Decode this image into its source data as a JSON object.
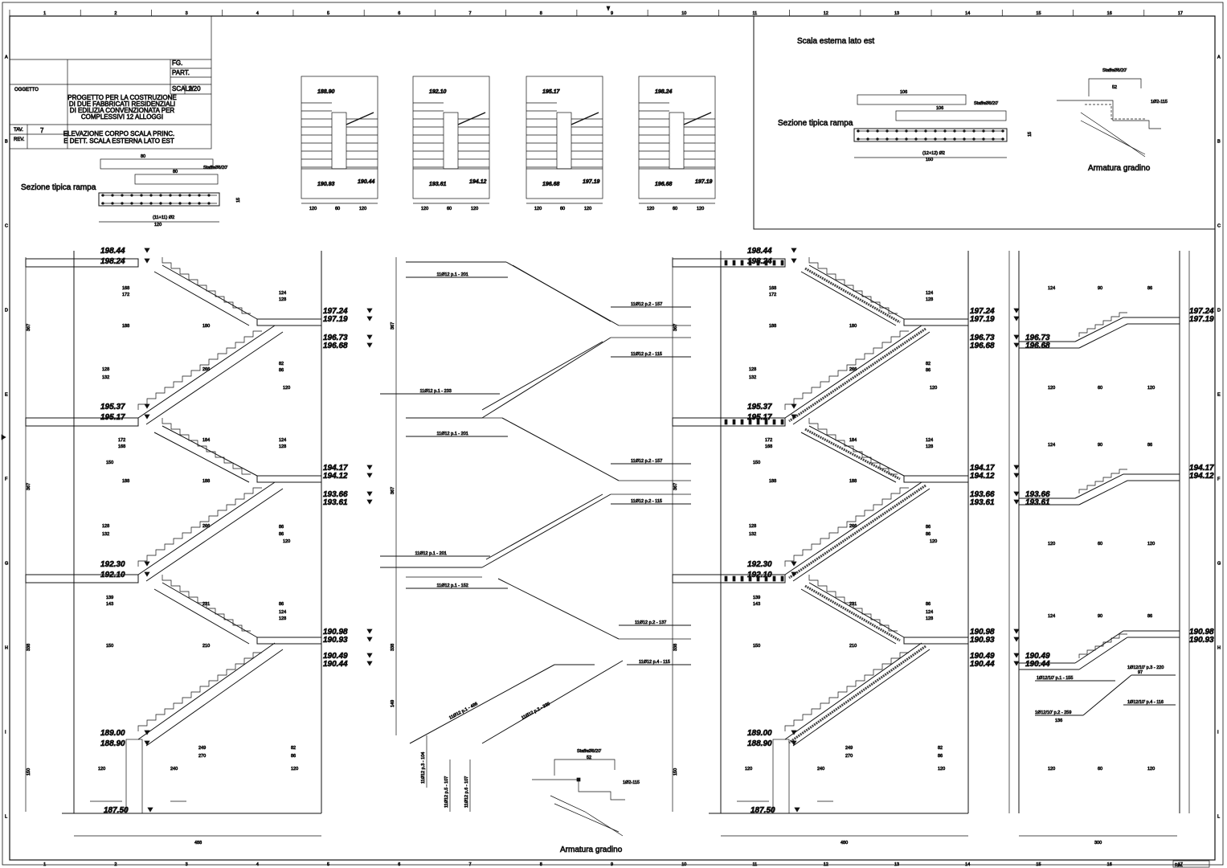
{
  "title_block": {
    "fg_label": "FG.",
    "part_label": "PART.",
    "scala_label": "SCALA",
    "scala_value": "1/20",
    "oggetto_label": "OGGETTO",
    "oggetto_lines": [
      "PROGETTO PER LA COSTRUZIONE",
      "DI DUE FABBRICATI RESIDENZIALI",
      "DI EDILIZIA CONVENZIONATA PER",
      "COMPLESSIVI 12 ALLOGGI"
    ],
    "tav_label": "TAV.",
    "tav_value": "7",
    "rev_label": "REV.",
    "description_lines": [
      "ELEVAZIONE CORPO SCALA PRINC.",
      "E DETT. SCALA ESTERNA LATO EST"
    ]
  },
  "labels": {
    "sezione_left": "Sezione tipica rampa",
    "sezione_right": "Sezione tipica rampa",
    "scala_esterna": "Scala esterna lato est",
    "armatura_center": "Armatura gradino",
    "armatura_right": "Armatura gradino",
    "staffe_1": "StaffeØ8/20'",
    "staffe_2": "StaffeØ8/20'",
    "staffe_3": "StaffeØ8/20'",
    "sez_left_dim_top": "80",
    "sez_left_dim_bot": "80",
    "sez_left_width": "120",
    "sez_left_bars": "(11+11) Ø2",
    "sez_left_h": "15",
    "sez_right_dim_top": "106",
    "sez_right_dim_bot": "106",
    "sez_right_width": "150",
    "sez_right_bars": "(12+12) Ø2",
    "sez_right_h": "15",
    "arm_dim": "52",
    "arm_bar": "1Ø2-115",
    "foot_dim_a": "488",
    "foot_dim_b": "480",
    "foot_dim_c": "300",
    "revision_box": "Rev."
  },
  "plan_views": [
    {
      "top": "188.90",
      "bl": "190.93",
      "br": "190.44"
    },
    {
      "top": "192.10",
      "bl": "193.61",
      "br": "194.12"
    },
    {
      "top": "195.17",
      "bl": "196.68",
      "br": "197.19"
    },
    {
      "top": "198.24",
      "bl": "196.68",
      "br": "197.19"
    }
  ],
  "plan_dims": {
    "a": "120",
    "b": "60",
    "c": "120"
  },
  "elevations_left": [
    "198.44",
    "198.24",
    "197.24",
    "197.19",
    "196.73",
    "196.68",
    "195.37",
    "195.17",
    "194.17",
    "194.12",
    "193.66",
    "193.61",
    "192.30",
    "192.10",
    "190.98",
    "190.93",
    "190.49",
    "190.44",
    "189.00",
    "188.90",
    "187.50"
  ],
  "elevations_right_section": [
    "197.24",
    "197.19",
    "196.73",
    "196.68",
    "194.17",
    "194.12",
    "193.66",
    "193.61",
    "190.98",
    "190.93",
    "190.49",
    "190.44"
  ],
  "rebar_center": [
    "11Ø12 p.1 - 201",
    "11Ø12 p.2 - 157",
    "11Ø12 p.2 - 115",
    "11Ø12 p.1 - 233",
    "11Ø12 p.1 - 201",
    "11Ø12 p.2 - 157",
    "11Ø12 p.2 - 115",
    "11Ø12 p.1 - 201",
    "11Ø12 p.1 - 152",
    "11Ø12 p.2 - 137",
    "11Ø12 p.4 - 115",
    "11Ø12 p.1 - 486",
    "11Ø12 p.2 - 339"
  ],
  "rebar_right_section": [
    "1Ø12/10' p.1 - 155",
    "1Ø12/10' p.2 - 259",
    "1Ø12/10' p.3 - 220",
    "1Ø12/10' p.4 - 116"
  ],
  "column_numbers": [
    "1",
    "2",
    "3",
    "4",
    "5",
    "6",
    "7",
    "8",
    "9",
    "10",
    "11",
    "12",
    "13",
    "14",
    "15",
    "16",
    "17"
  ],
  "row_letters": [
    "A",
    "B",
    "C",
    "D",
    "E",
    "F",
    "G",
    "H",
    "I",
    "L"
  ]
}
